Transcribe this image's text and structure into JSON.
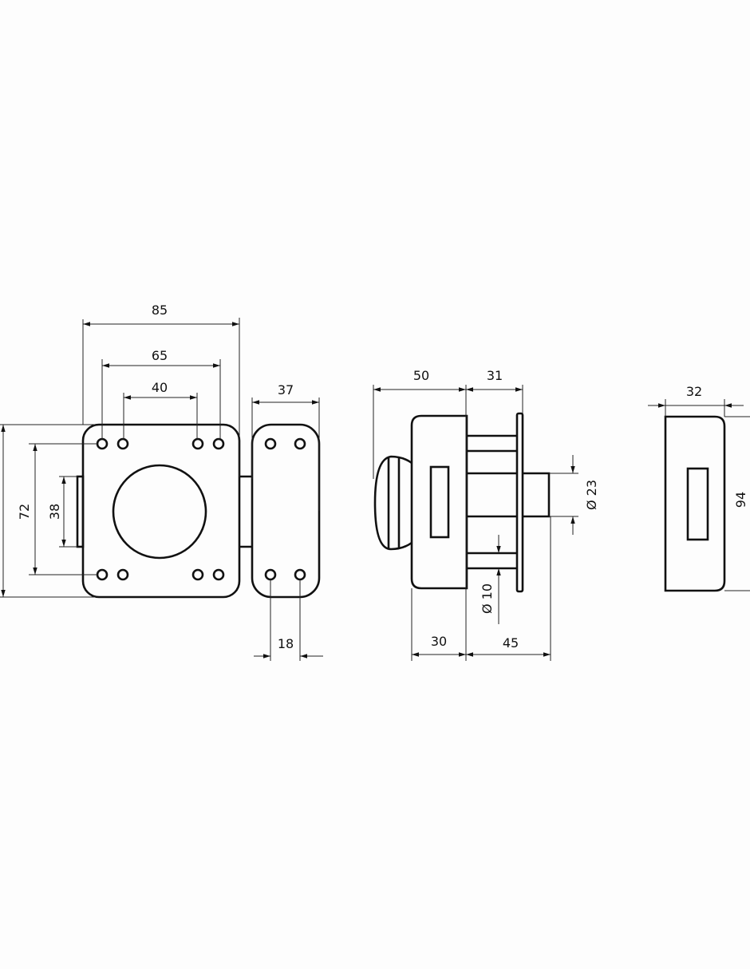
{
  "drawing": {
    "front_view": {
      "dimensions": {
        "overall_width": "85",
        "outer_hole_spacing": "65",
        "inner_hole_spacing": "40",
        "keeper_width": "37",
        "keeper_hole_spacing": "18",
        "vertical_hole_spacing": "72",
        "bolt_height": "38"
      }
    },
    "side_view": {
      "dimensions": {
        "body_depth": "50",
        "projection": "31",
        "cylinder_diameter": "Ø 23",
        "pin_diameter": "Ø 10",
        "body_front": "30",
        "cylinder_length": "45"
      }
    },
    "strike_view": {
      "dimensions": {
        "width": "32",
        "height": "94"
      }
    }
  }
}
